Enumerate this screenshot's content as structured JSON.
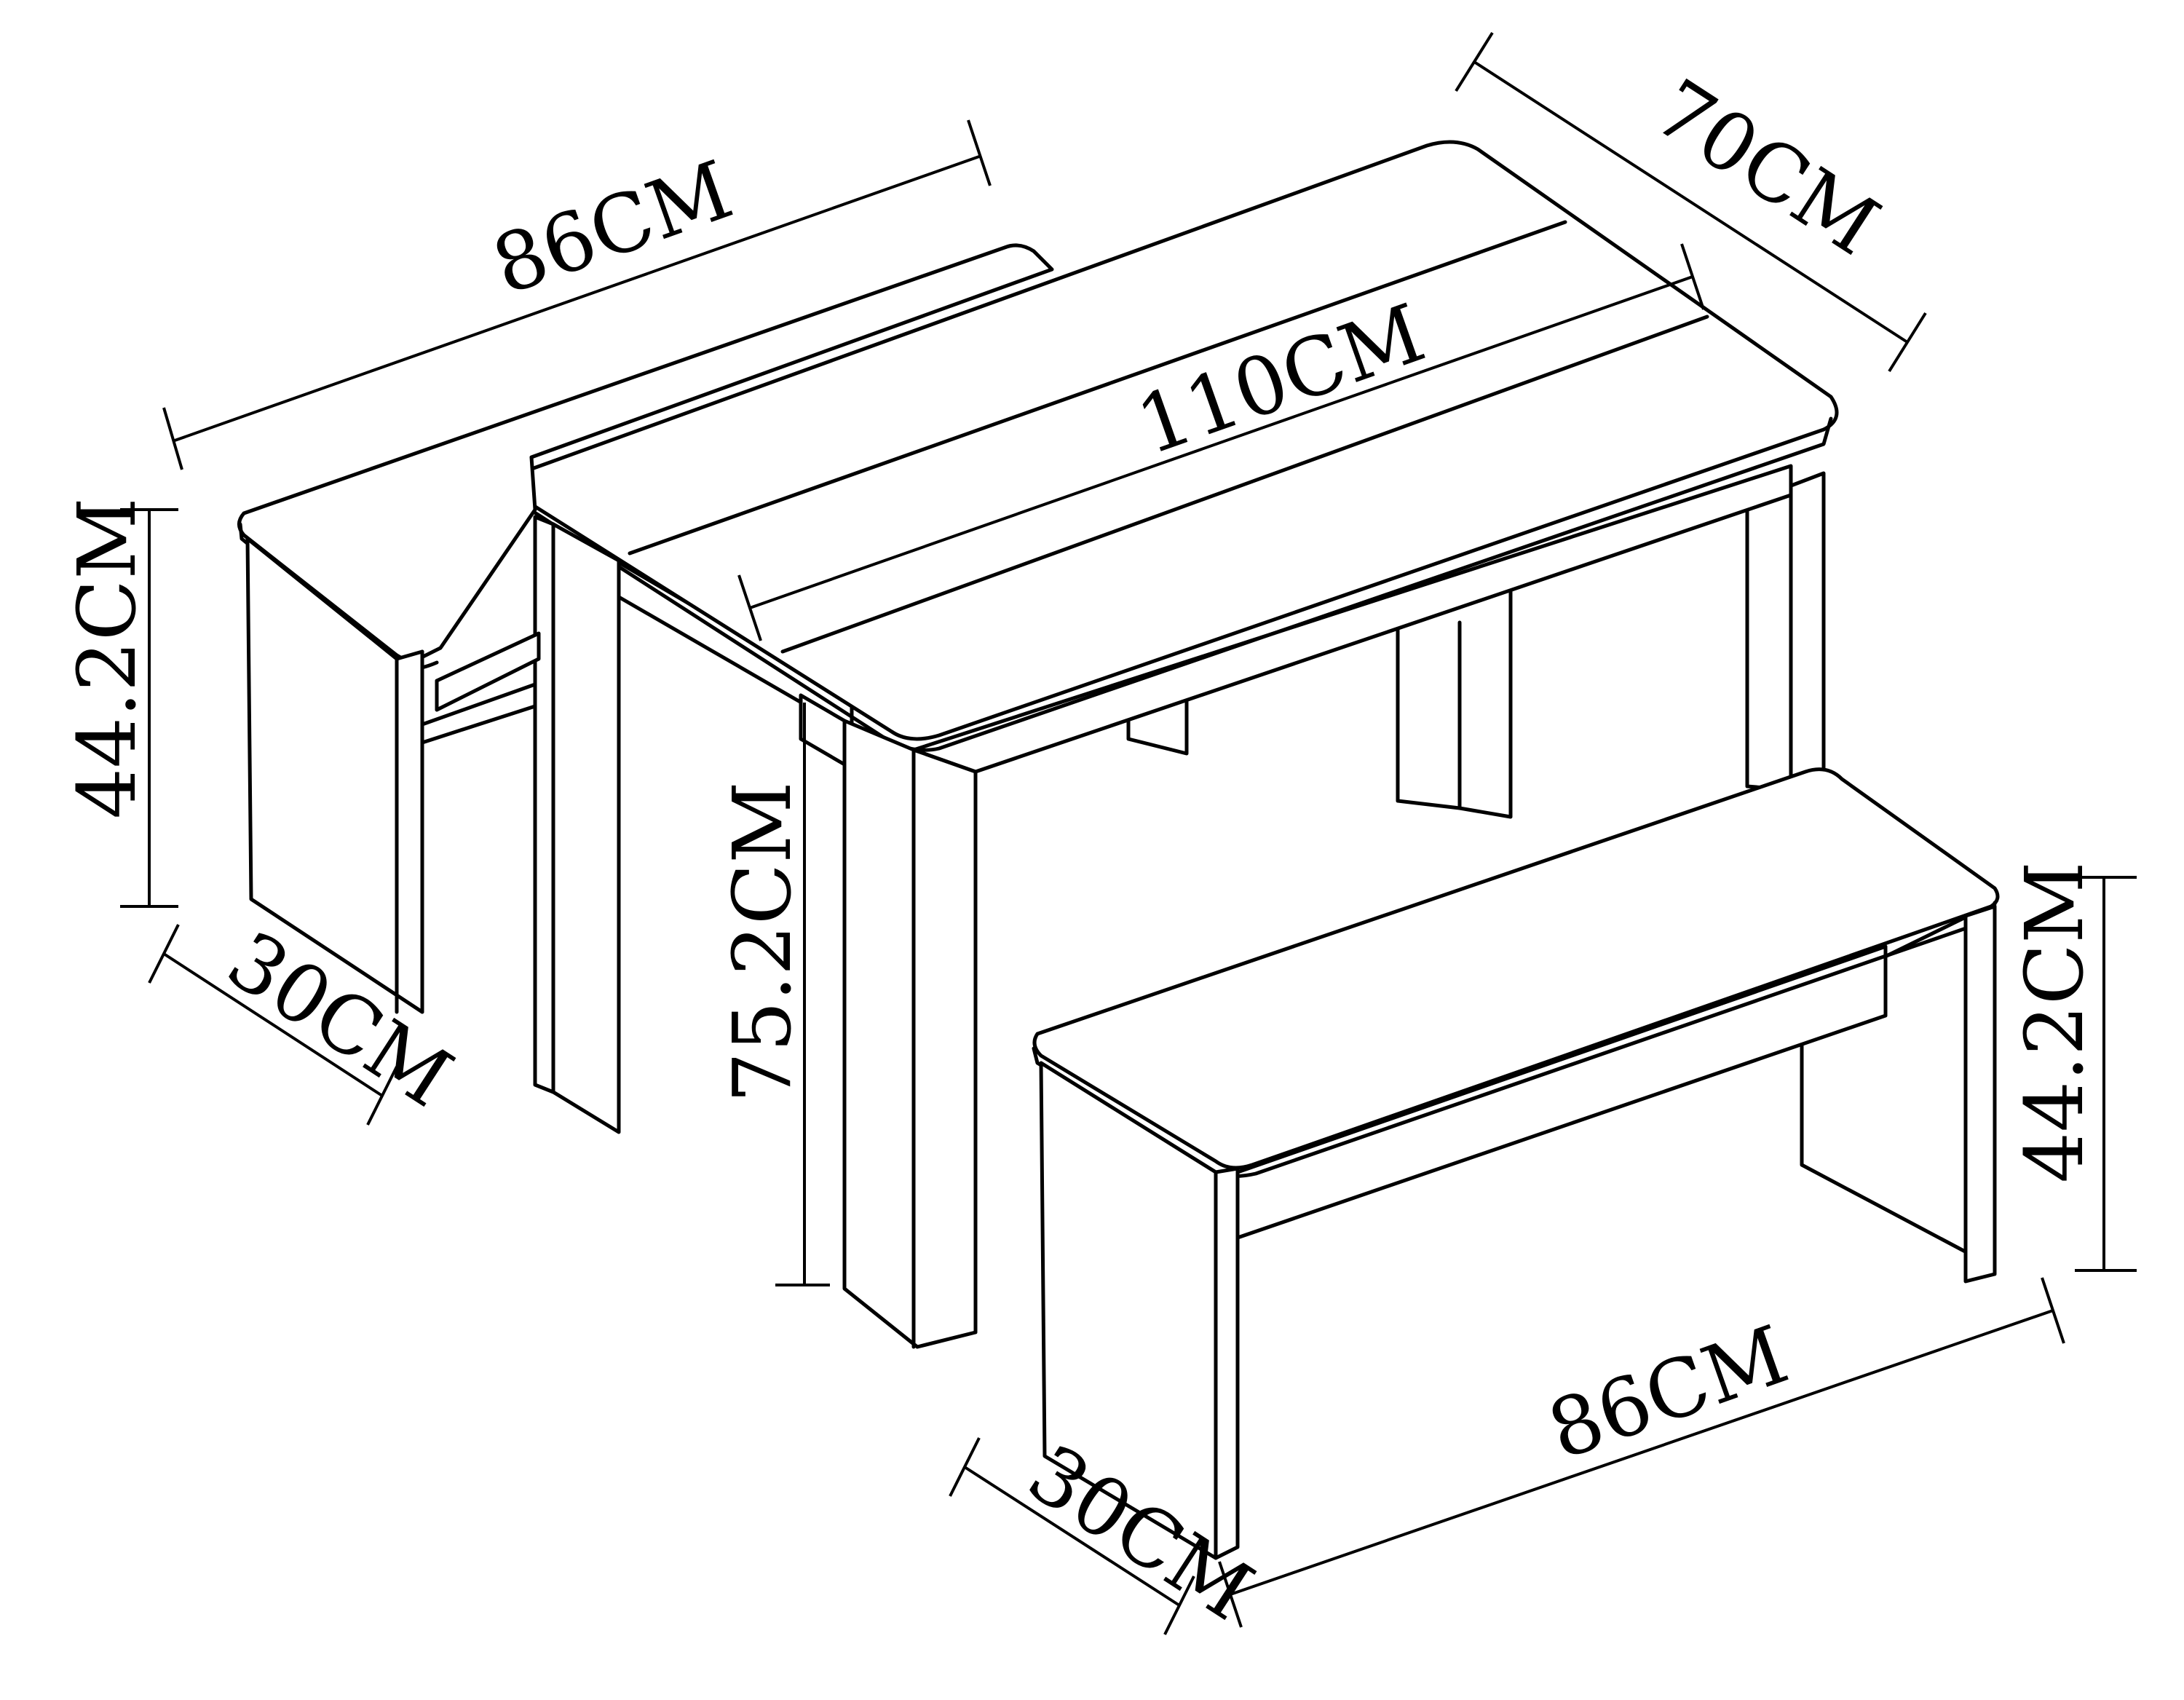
{
  "diagram": {
    "dimensions": {
      "left_bench_length": "86CM",
      "left_bench_depth": "30CM",
      "left_bench_height": "44.2CM",
      "table_length": "110CM",
      "table_width": "70CM",
      "table_height": "75.2CM",
      "right_bench_length": "86CM",
      "right_bench_depth": "30CM",
      "right_bench_height": "44.2CM"
    }
  }
}
